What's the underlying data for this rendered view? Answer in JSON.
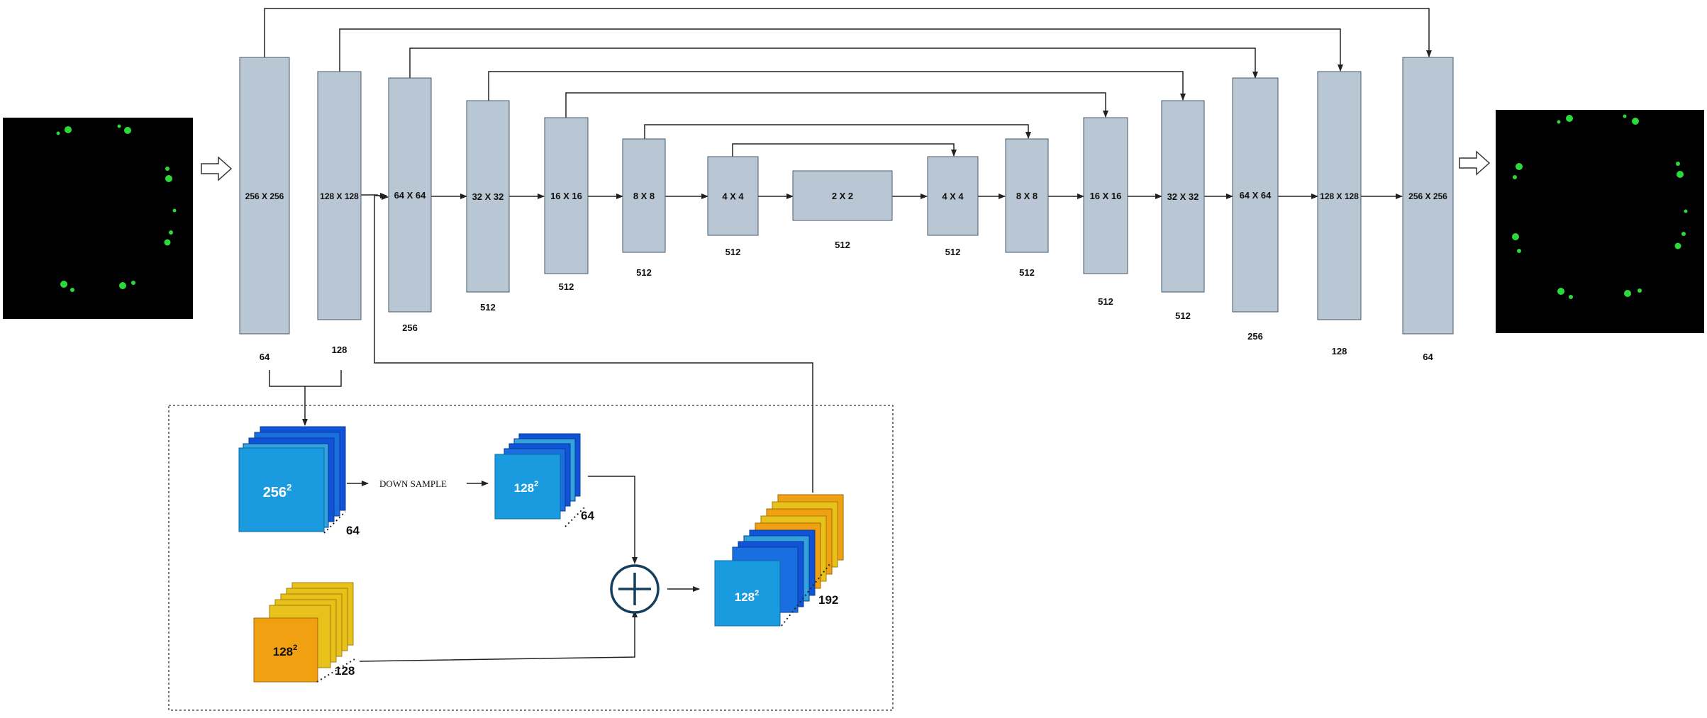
{
  "colors": {
    "block_fill": "#b8c7d3",
    "block_stroke": "#4a5a68",
    "line": "#222222",
    "image_bg": "#000000",
    "dot": "#2cd93a",
    "blue_dark": "#0f54d8",
    "blue_mid": "#1a6fe0",
    "blue_light": "#33a3e0",
    "blue_front": "#1a9be0",
    "yellow": "#e8c21a",
    "orange": "#f0a010",
    "plus_ring": "#163f5e"
  },
  "blocks": [
    {
      "size": "256 X 256",
      "channels": "64"
    },
    {
      "size": "128 X 128",
      "channels": "128"
    },
    {
      "size": "64 X 64",
      "channels": "256"
    },
    {
      "size": "32 X 32",
      "channels": "512"
    },
    {
      "size": "16 X 16",
      "channels": "512"
    },
    {
      "size": "8 X 8",
      "channels": "512"
    },
    {
      "size": "4 X 4",
      "channels": "512"
    },
    {
      "size": "2 X  2",
      "channels": "512"
    },
    {
      "size": "4 X 4",
      "channels": "512"
    },
    {
      "size": "8 X 8",
      "channels": "512"
    },
    {
      "size": "16 X 16",
      "channels": "512"
    },
    {
      "size": "32 X 32",
      "channels": "512"
    },
    {
      "size": "64 X 64",
      "channels": "256"
    },
    {
      "size": "128 X 128",
      "channels": "128"
    },
    {
      "size": "256 X 256",
      "channels": "64"
    }
  ],
  "detail": {
    "stack_256": {
      "base": "256",
      "exp": "2",
      "channels": "64"
    },
    "down_sample": "DOWN SAMPLE",
    "stack_128_blue": {
      "base": "128",
      "exp": "2",
      "channels": "64"
    },
    "stack_128_orange": {
      "base": "128",
      "exp": "2",
      "channels": "128"
    },
    "stack_concat": {
      "base": "128",
      "exp": "2",
      "channels": "192"
    }
  },
  "icons": {
    "input_arrow": "hollow-right-arrow-icon",
    "output_arrow": "hollow-right-arrow-icon",
    "sum": "circled-plus-icon"
  }
}
